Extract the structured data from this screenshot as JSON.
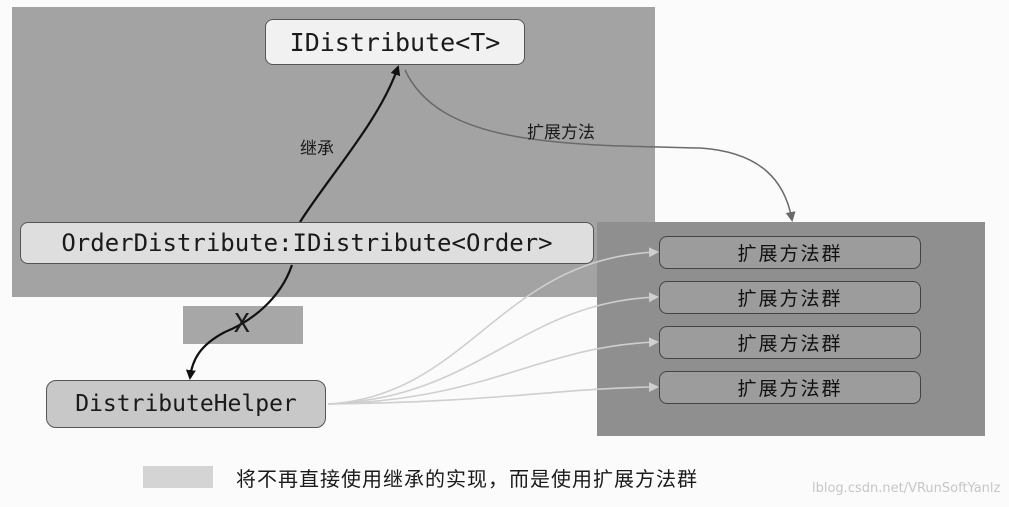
{
  "diagram": {
    "nodes": {
      "idistribute": "IDistribute<T>",
      "order_distribute": "OrderDistribute:IDistribute<Order>",
      "distribute_helper": "DistributeHelper"
    },
    "labels": {
      "inherit": "继承",
      "extension_method": "扩展方法",
      "x_mark": "X"
    },
    "extension_group": [
      "扩展方法群",
      "扩展方法群",
      "扩展方法群",
      "扩展方法群"
    ]
  },
  "caption": "将不再直接使用继承的实现，而是使用扩展方法群",
  "watermark": "lblog.csdn.net/VRunSoftYanlz"
}
